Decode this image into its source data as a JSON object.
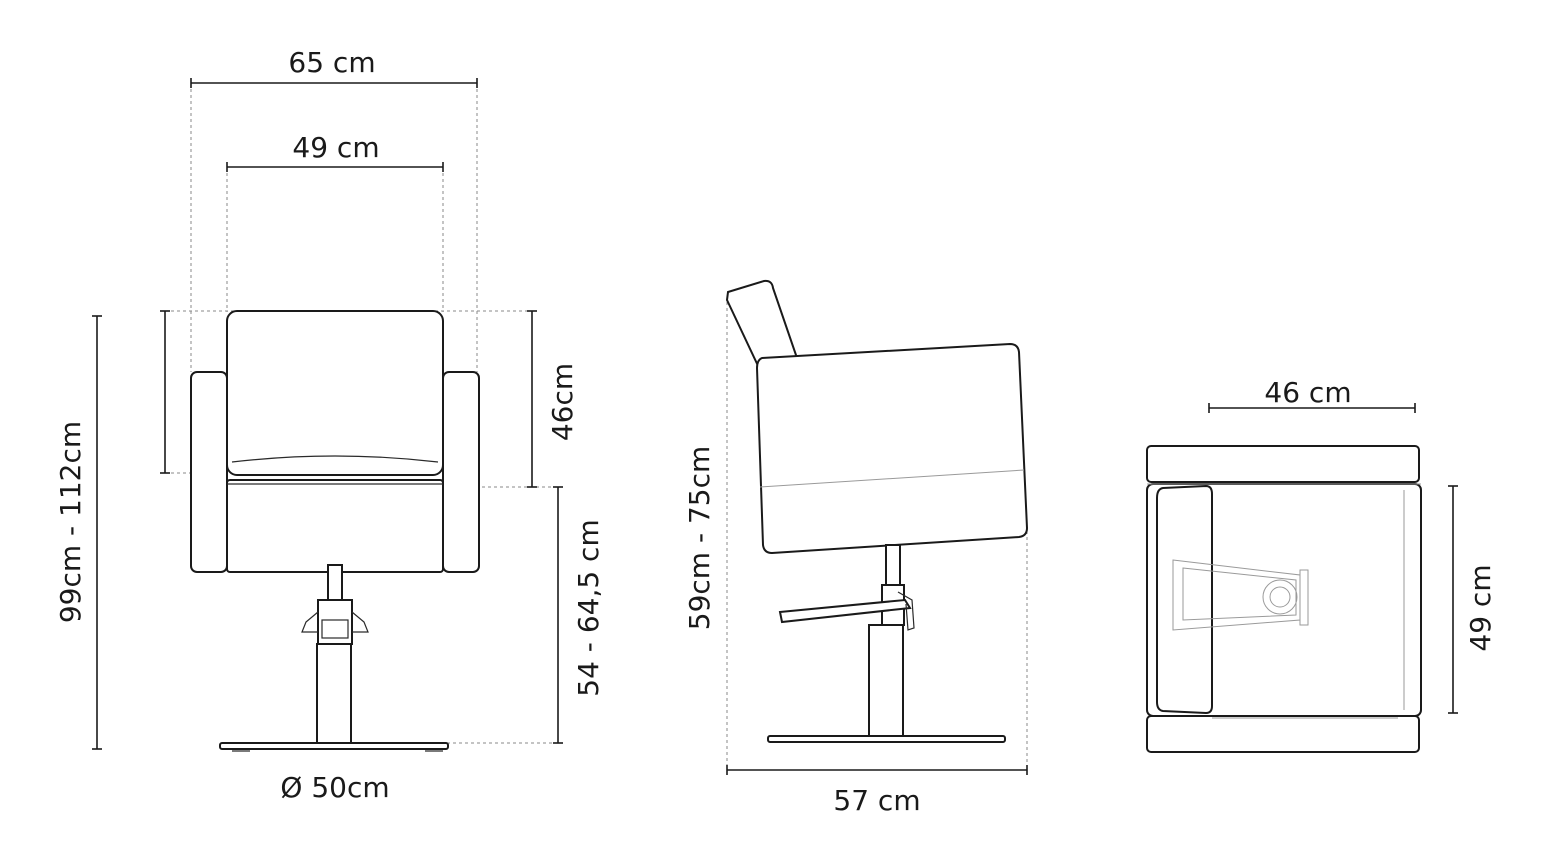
{
  "front_view": {
    "overall_width": "65 cm",
    "seat_width": "49 cm",
    "back_height": "46cm",
    "total_height": "99cm - 112cm",
    "seat_height": "54 - 64,5 cm",
    "base_diameter": "Ø 50cm"
  },
  "side_view": {
    "height": "59cm - 75cm",
    "depth": "57 cm"
  },
  "top_view": {
    "seat_depth": "46 cm",
    "seat_width": "49 cm"
  },
  "colors": {
    "line": "#1a1a1a",
    "dashed": "#8a8a8a",
    "background": "#ffffff"
  }
}
